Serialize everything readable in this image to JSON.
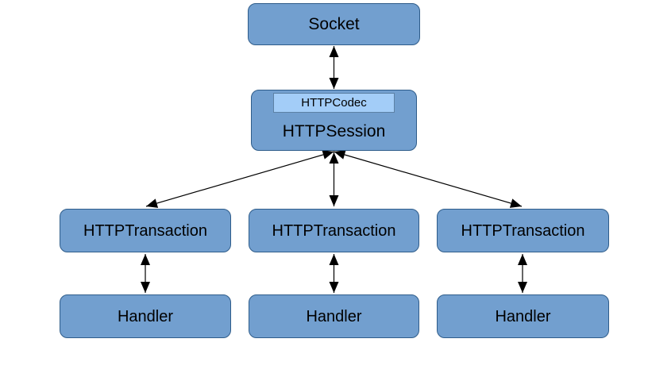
{
  "diagram": {
    "nodes": {
      "socket": {
        "label": "Socket"
      },
      "codec": {
        "label": "HTTPCodec"
      },
      "session": {
        "label": "HTTPSession"
      },
      "transaction_1": {
        "label": "HTTPTransaction"
      },
      "transaction_2": {
        "label": "HTTPTransaction"
      },
      "transaction_3": {
        "label": "HTTPTransaction"
      },
      "handler_1": {
        "label": "Handler"
      },
      "handler_2": {
        "label": "Handler"
      },
      "handler_3": {
        "label": "Handler"
      }
    },
    "edges": [
      {
        "from": "socket",
        "to": "session",
        "type": "bidirectional"
      },
      {
        "from": "session",
        "to": "transaction_1",
        "type": "bidirectional"
      },
      {
        "from": "session",
        "to": "transaction_2",
        "type": "bidirectional"
      },
      {
        "from": "session",
        "to": "transaction_3",
        "type": "bidirectional"
      },
      {
        "from": "transaction_1",
        "to": "handler_1",
        "type": "bidirectional"
      },
      {
        "from": "transaction_2",
        "to": "handler_2",
        "type": "bidirectional"
      },
      {
        "from": "transaction_3",
        "to": "handler_3",
        "type": "bidirectional"
      }
    ],
    "colors": {
      "background": "#ffffff",
      "node_fill": "#729fcf",
      "node_border": "#2e5c8a",
      "codec_fill": "#a3cdf8",
      "codec_border": "#5d81a5",
      "arrow": "#000000"
    }
  }
}
